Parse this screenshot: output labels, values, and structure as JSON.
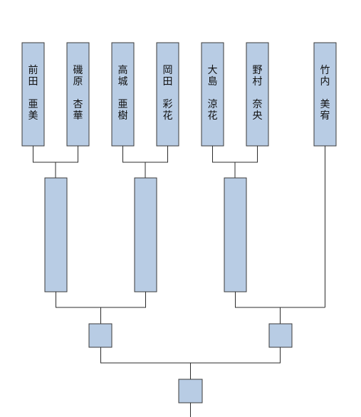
{
  "entrants": [
    {
      "family": [
        "前",
        "田"
      ],
      "given": [
        "亜",
        "美"
      ]
    },
    {
      "family": [
        "磯",
        "原"
      ],
      "given": [
        "杏",
        "華"
      ]
    },
    {
      "family": [
        "高",
        "城"
      ],
      "given": [
        "亜",
        "樹"
      ]
    },
    {
      "family": [
        "岡",
        "田"
      ],
      "given": [
        "彩",
        "花"
      ]
    },
    {
      "family": [
        "大",
        "島"
      ],
      "given": [
        "涼",
        "花"
      ]
    },
    {
      "family": [
        "野",
        "村"
      ],
      "given": [
        "奈",
        "央"
      ]
    },
    {
      "family": [
        "竹",
        "内"
      ],
      "given": [
        "美",
        "宥"
      ]
    }
  ],
  "colors": {
    "box_fill": "#b8cce4",
    "box_stroke": "#3a3a3a",
    "line": "#2b2b2b"
  }
}
